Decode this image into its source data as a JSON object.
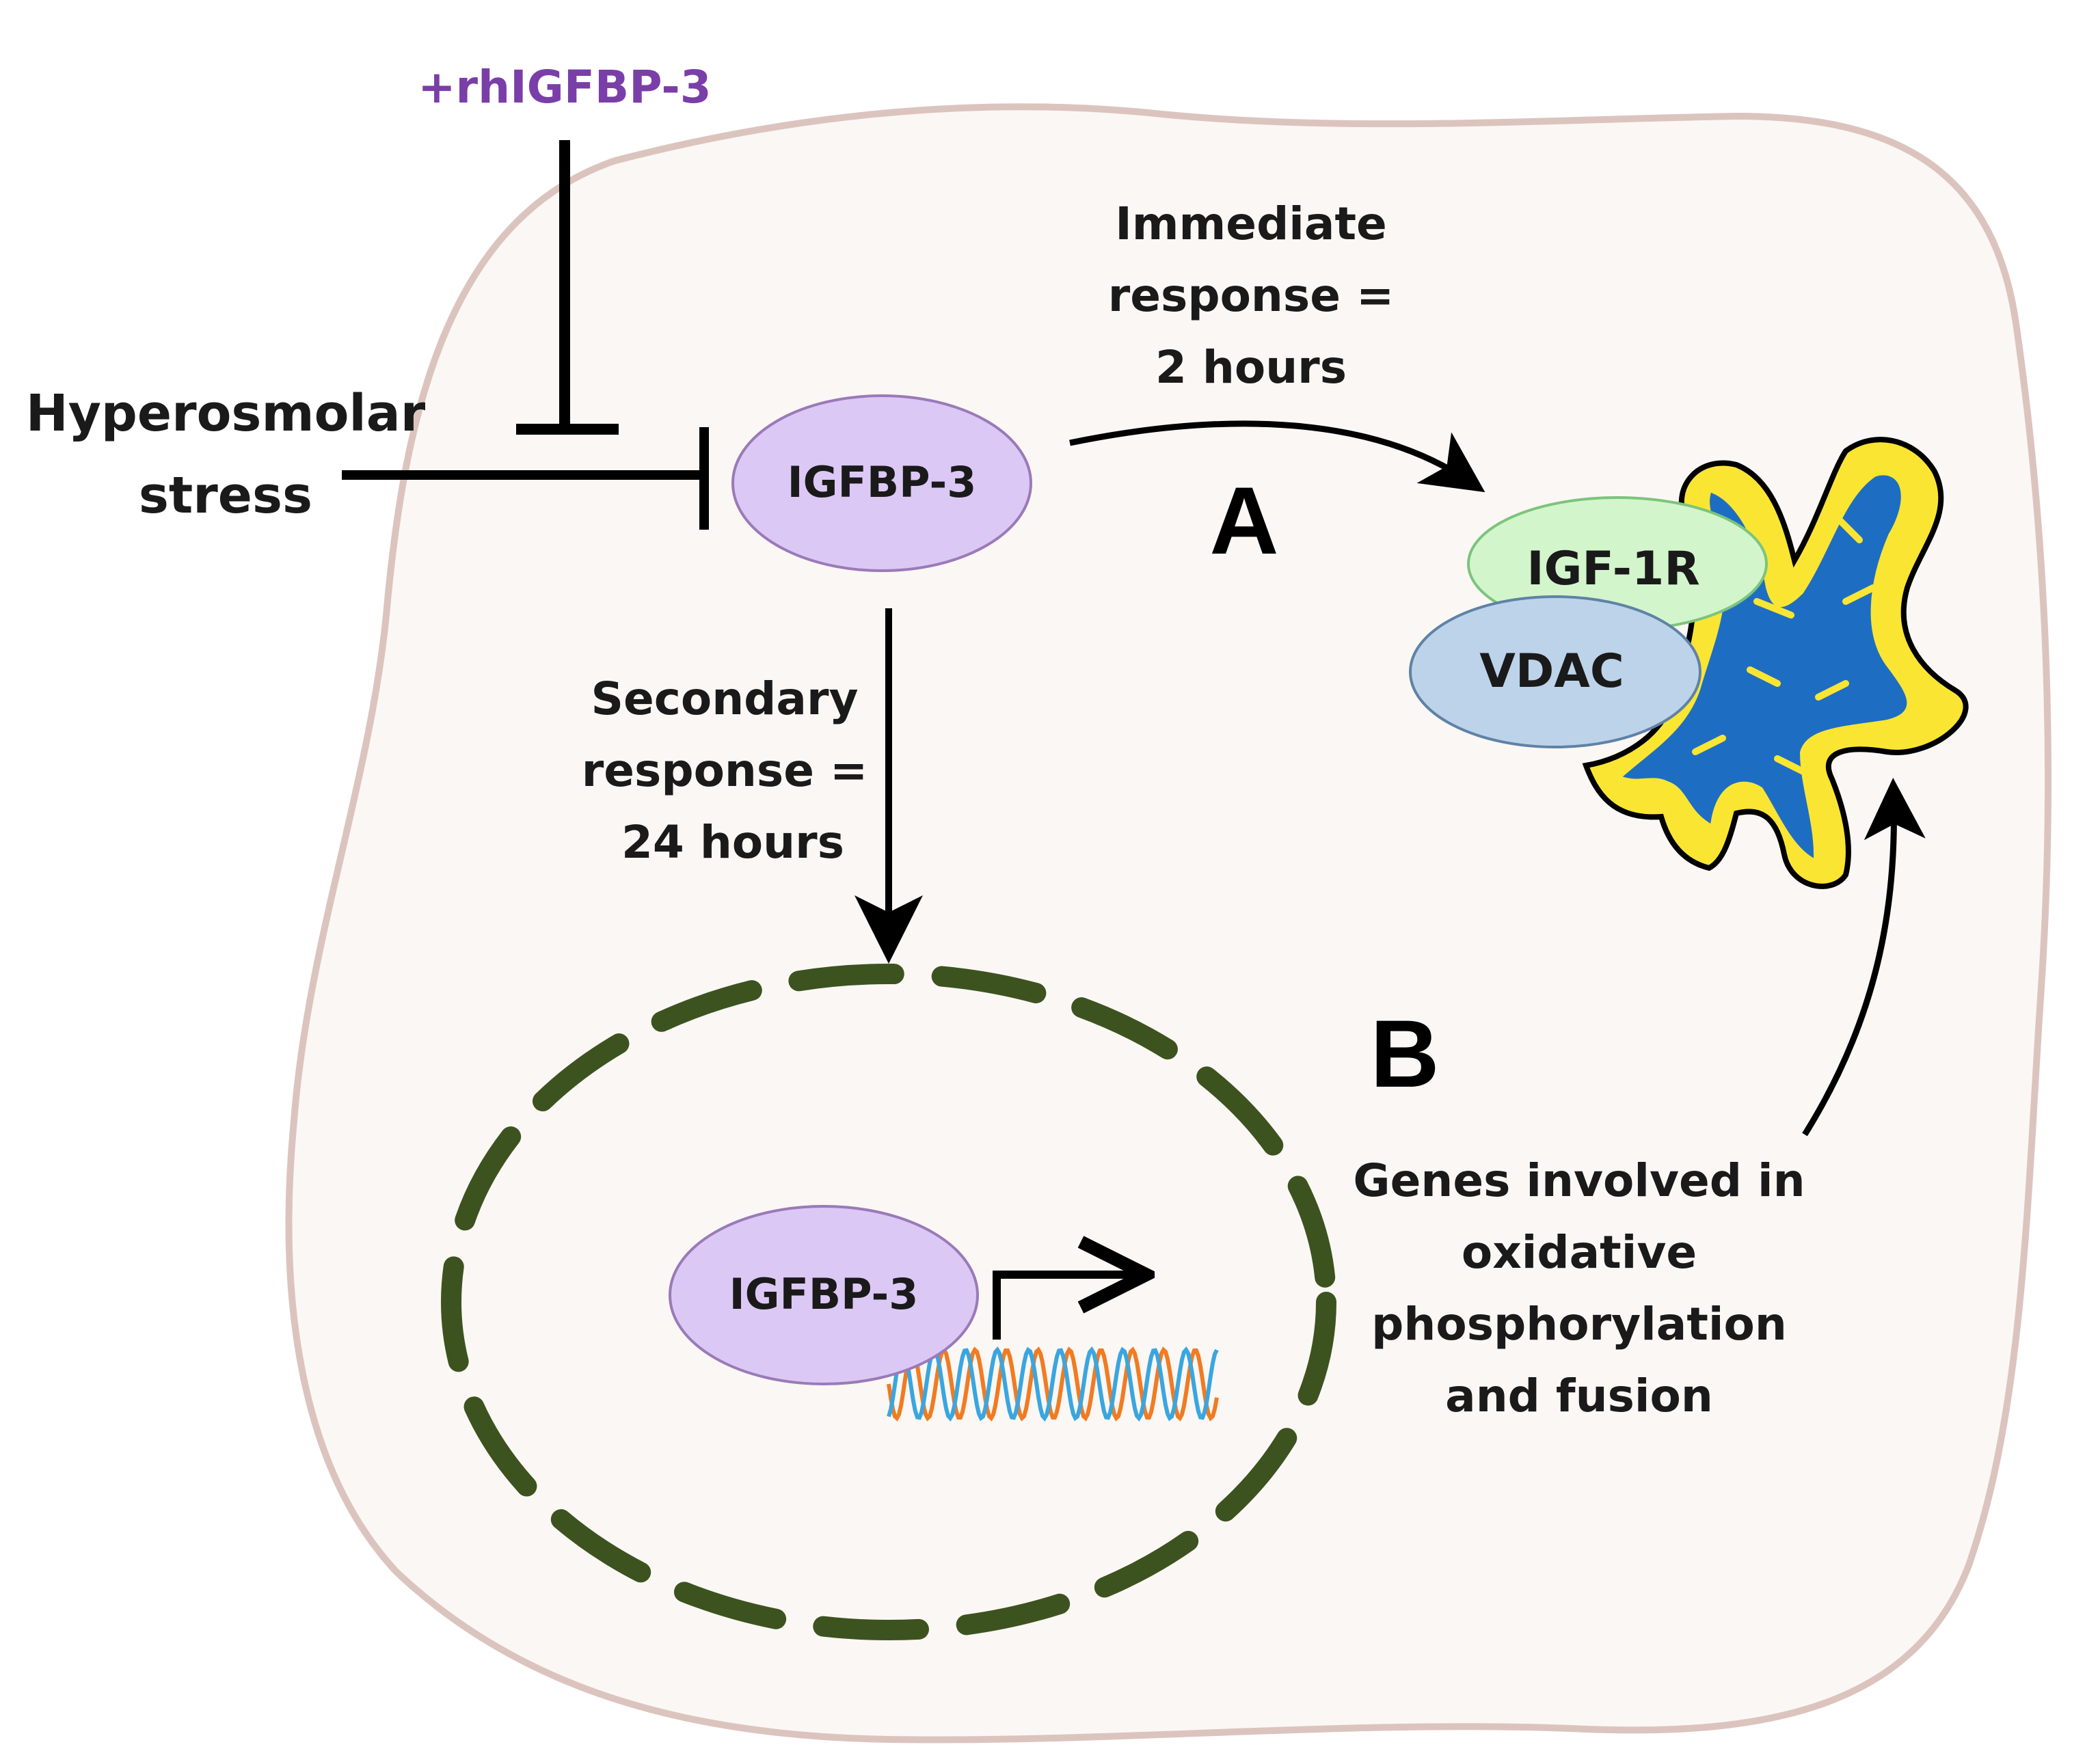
{
  "treatment": {
    "label": "+rhIGFBP-3"
  },
  "stress": {
    "line1": "Hyperosmolar",
    "line2": "stress"
  },
  "protein_top": {
    "label": "IGFBP-3"
  },
  "protein_nucleus": {
    "label": "IGFBP-3"
  },
  "immediate": {
    "line1": "Immediate",
    "line2": "response =",
    "line3": "2 hours"
  },
  "secondary": {
    "line1": "Secondary",
    "line2": "response =",
    "line3": "24 hours"
  },
  "letters": {
    "a": "A",
    "b": "B"
  },
  "receptor": {
    "label": "IGF-1R"
  },
  "channel": {
    "label": "VDAC"
  },
  "genes": {
    "line1": "Genes involved in",
    "line2": "oxidative",
    "line3": "phosphorylation",
    "line4": "and fusion"
  },
  "colors": {
    "cell_fill": "#fbf7f4",
    "cell_stroke": "#dcc4be",
    "igfbp3_fill": "#dcc8f5",
    "igfbp3_stroke": "#9a7ab8",
    "igf1r_fill": "#d3f5cc",
    "igf1r_stroke": "#7cc47c",
    "vdac_fill": "#bcd3ea",
    "vdac_stroke": "#5f82a6",
    "nucleus_stroke": "#3c5320",
    "mito_outer": "#fbe533",
    "mito_inner": "#1d6ec2",
    "dna_orange": "#f07b22",
    "dna_blue": "#3aa6df",
    "treatment_text": "#7a3ea8"
  }
}
